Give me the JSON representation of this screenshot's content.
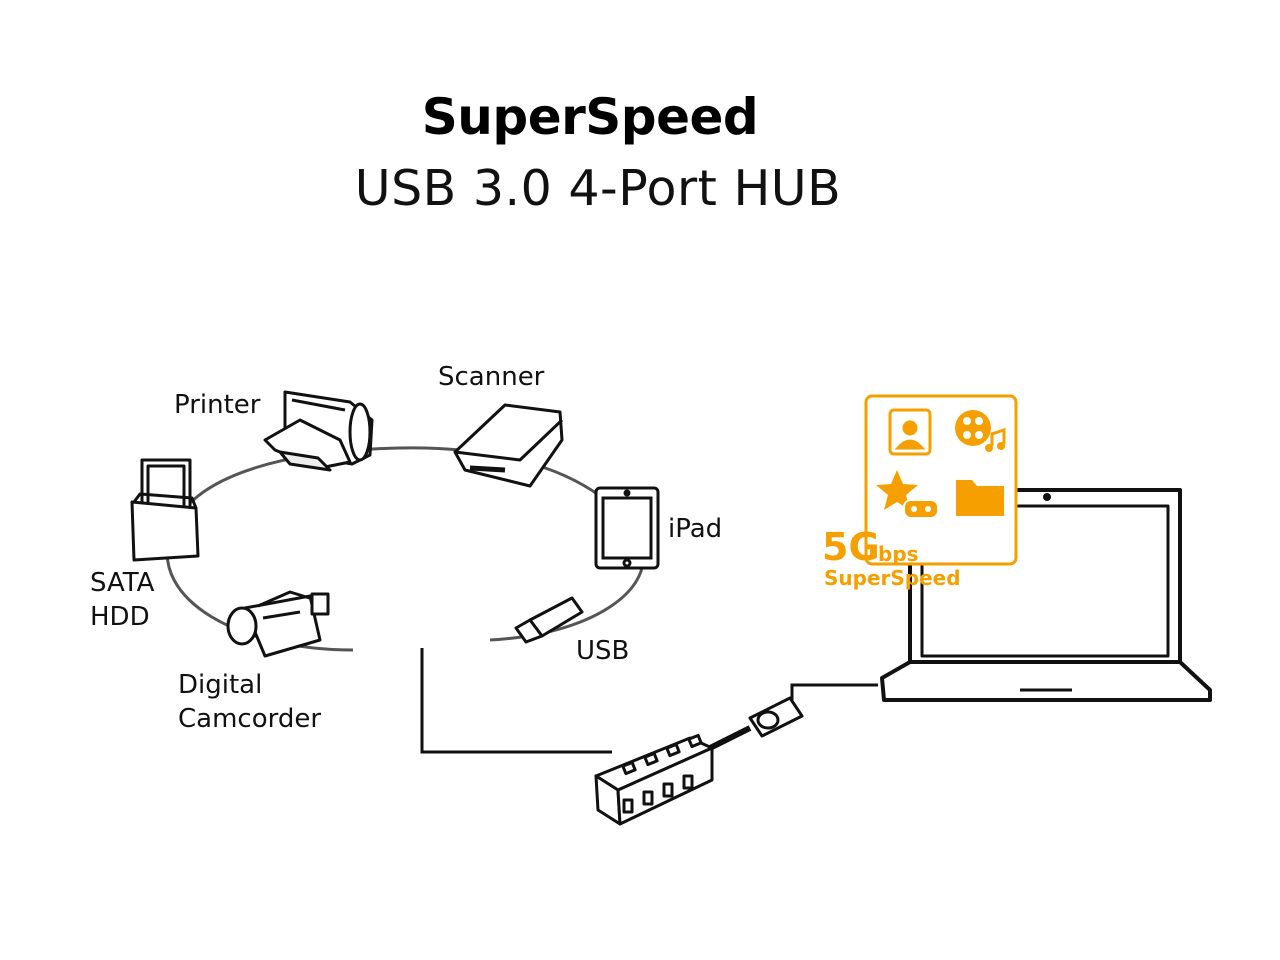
{
  "title": {
    "main": "SuperSpeed",
    "sub": "USB 3.0 4-Port HUB"
  },
  "devices": {
    "printer": "Printer",
    "scanner": "Scanner",
    "ipad": "iPad",
    "usb": "USB",
    "sata_line1": "SATA",
    "sata_line2": "HDD",
    "camcorder_line1": "Digital",
    "camcorder_line2": "Camcorder"
  },
  "speed_badge": {
    "big": "5G",
    "unit": "bps",
    "caption": "SuperSpeed"
  },
  "colors": {
    "accent": "#f5a000",
    "line": "#222222",
    "ring": "#555555"
  },
  "icons": {
    "contact": "contact-card-icon",
    "media": "film-reel-music-icon",
    "game": "star-gamepad-icon",
    "folder": "folder-icon"
  }
}
